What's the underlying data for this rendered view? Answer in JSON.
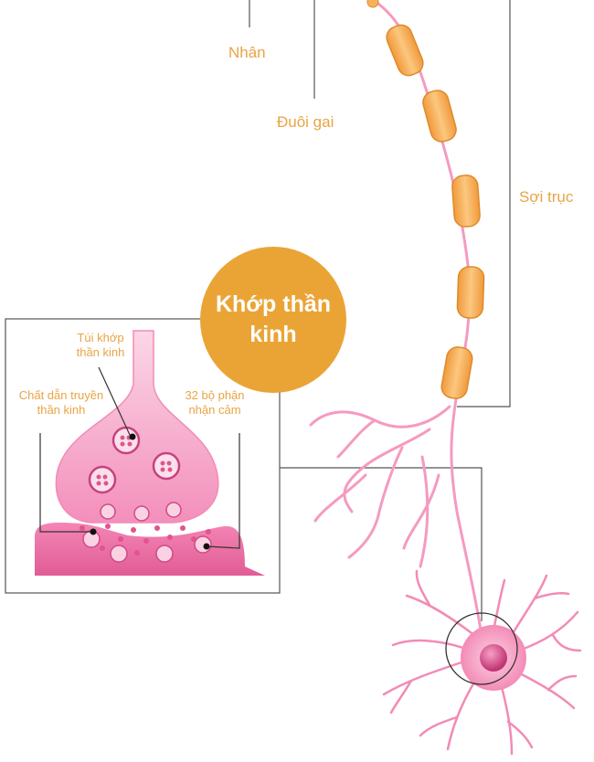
{
  "labels": {
    "nucleus": "Nhân",
    "dendrite": "Đuôi gai",
    "axon": "Sợi trục",
    "synapse": "Khớp thần kinh",
    "vesicle_line1": "Túi khớp",
    "vesicle_line2": "thần kinh",
    "transmitter_line1": "Chất dẫn truyền",
    "transmitter_line2": "thần kinh",
    "receptor_line1": "32 bộ phận",
    "receptor_line2": "nhận cảm"
  },
  "colors": {
    "label": "#e9a445",
    "badge": "#eaa436",
    "neuron_pink": "#f07aaa",
    "myelin": "#f6b25b",
    "leader_line": "#555555"
  }
}
